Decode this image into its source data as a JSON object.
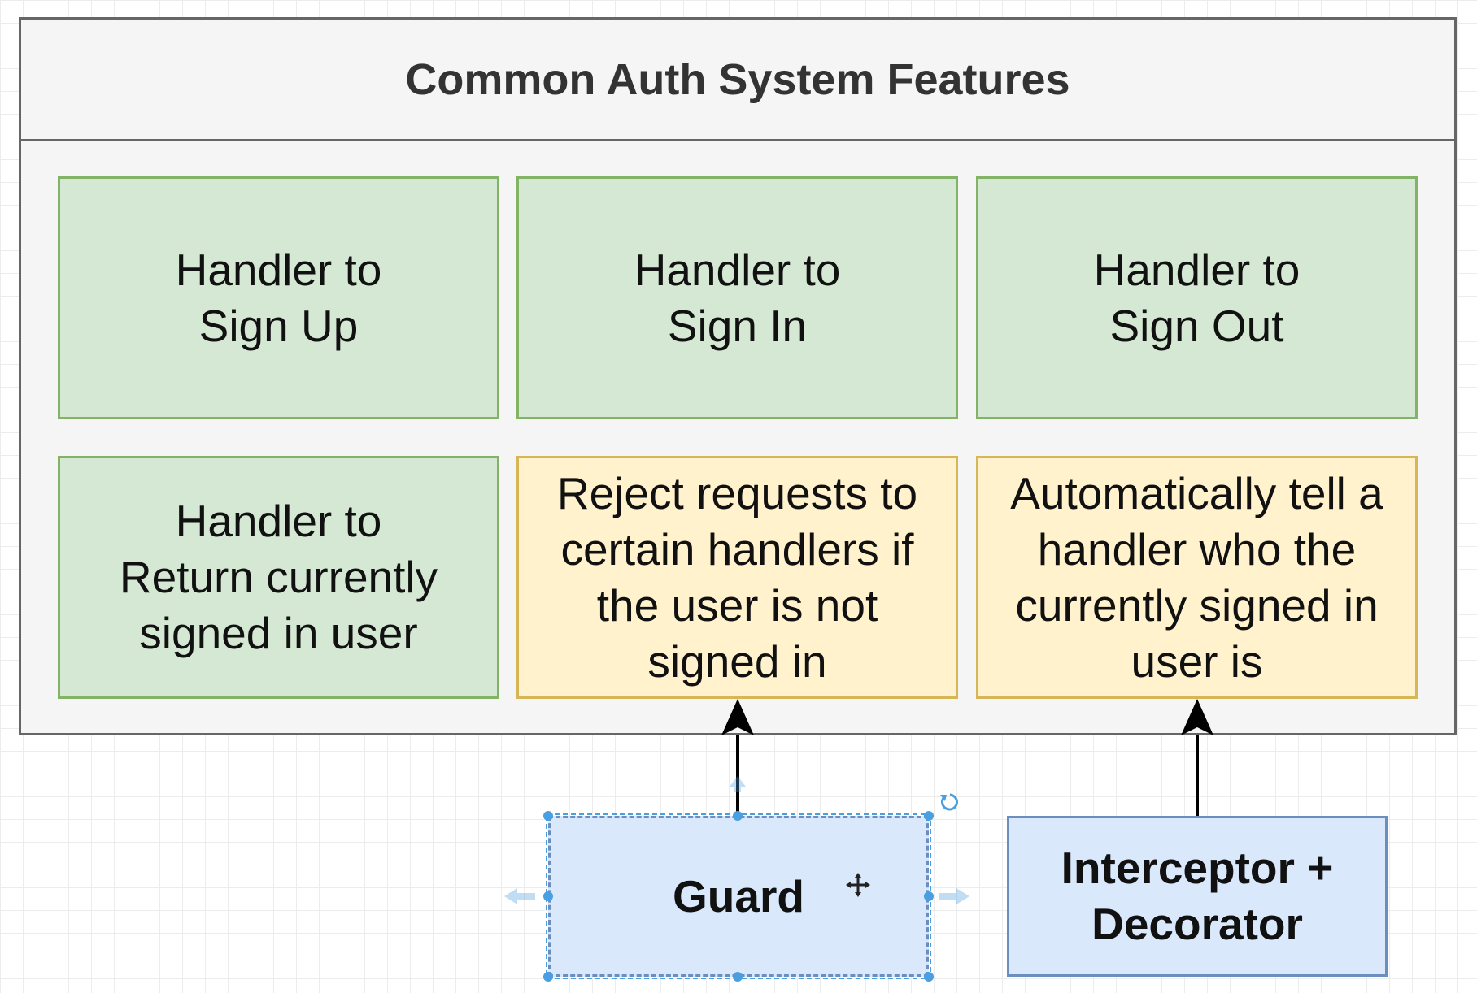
{
  "diagram": {
    "title": "Common Auth System Features",
    "boxes": {
      "sign_up": "Handler to\nSign Up",
      "sign_in": "Handler to\nSign In",
      "sign_out": "Handler to\nSign Out",
      "current_user": "Handler to\nReturn currently\nsigned in user",
      "reject_requests": "Reject requests to\ncertain handlers if\nthe user is not\nsigned in",
      "auto_tell": "Automatically tell a\nhandler who the\ncurrently signed in\nuser is"
    },
    "guard": "Guard",
    "interceptor": "Interceptor +\nDecorator"
  },
  "colors": {
    "green_fill": "#d5e8d4",
    "green_stroke": "#82b366",
    "yellow_fill": "#fff2cc",
    "yellow_stroke": "#d6b656",
    "blue_fill": "#dae8fc",
    "blue_stroke": "#6c8ebf",
    "selection": "#4a9fe0"
  },
  "icons": [
    "move-icon",
    "rotate-icon",
    "arrow-left-icon",
    "arrow-right-icon",
    "arrow-up-icon"
  ]
}
